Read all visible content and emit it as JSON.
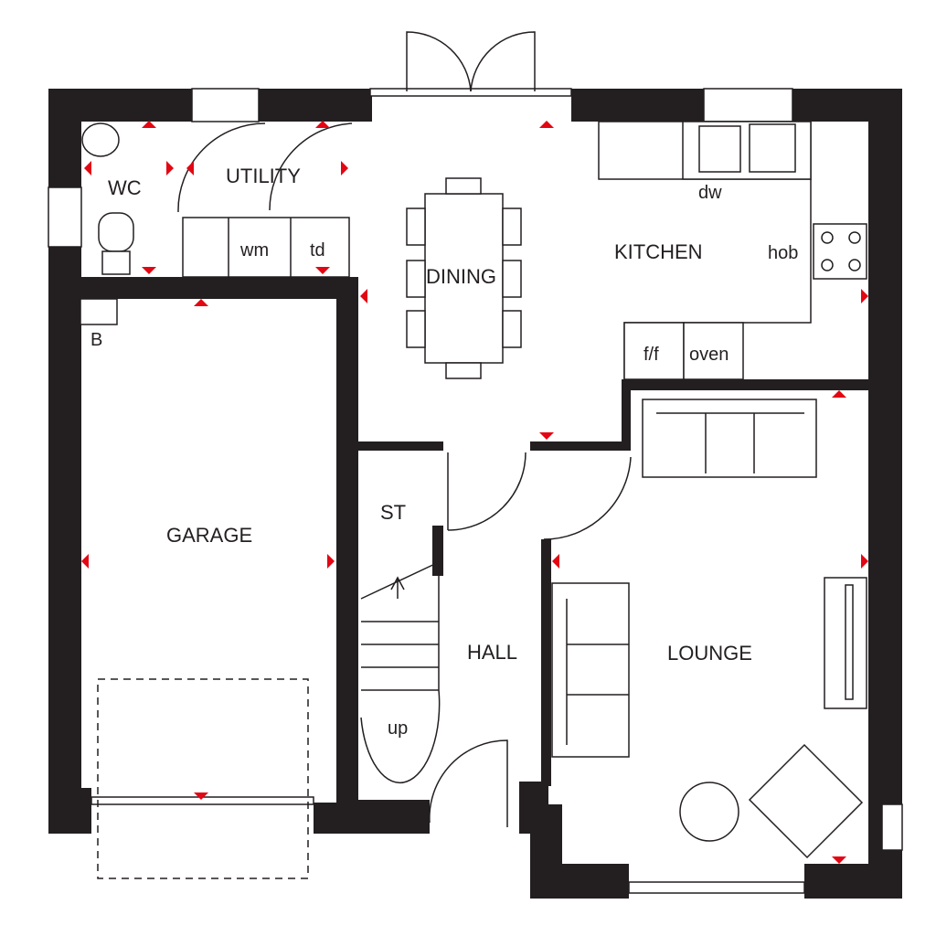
{
  "rooms": {
    "wc": "WC",
    "utility": "UTILITY",
    "dining": "DINING",
    "kitchen": "KITCHEN",
    "garage": "GARAGE",
    "store": "ST",
    "hall": "HALL",
    "lounge": "LOUNGE"
  },
  "appliances": {
    "washing_machine": "wm",
    "tumble_dryer": "td",
    "dishwasher": "dw",
    "hob": "hob",
    "fridge_freezer": "f/f",
    "oven": "oven",
    "boiler": "B"
  },
  "stairs_label": "up",
  "colors": {
    "wall": "#231f20",
    "marker": "#e30613"
  }
}
